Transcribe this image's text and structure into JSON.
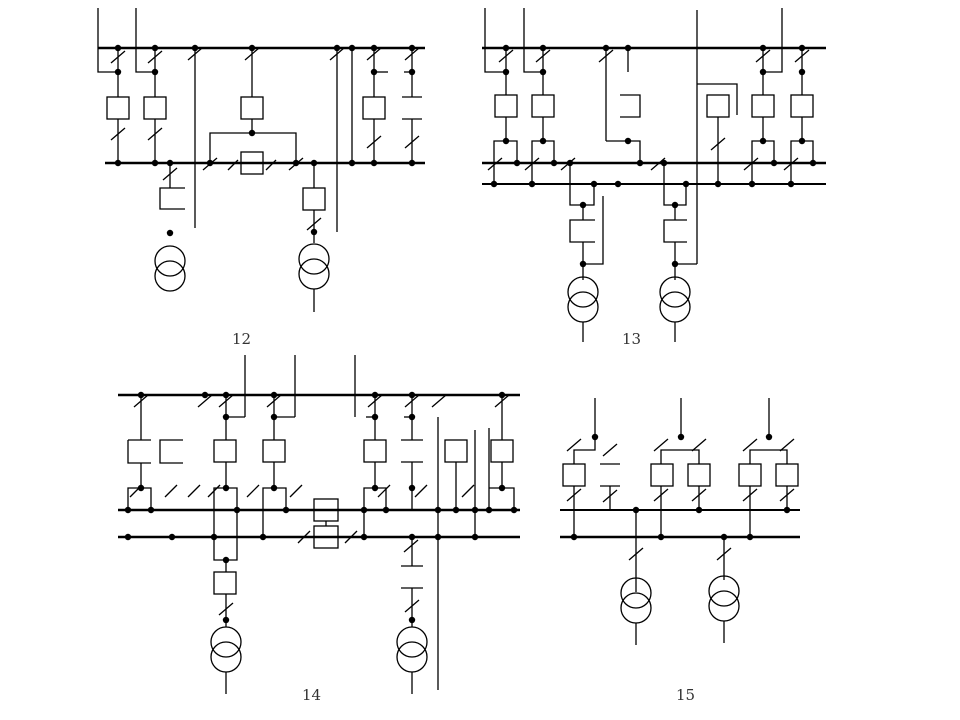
{
  "scheme_labels": {
    "s12": "12",
    "s13": "13",
    "s14": "14",
    "s15": "15"
  },
  "colors": {
    "ink": "#000000",
    "label": "#333333",
    "background": "#ffffff"
  }
}
